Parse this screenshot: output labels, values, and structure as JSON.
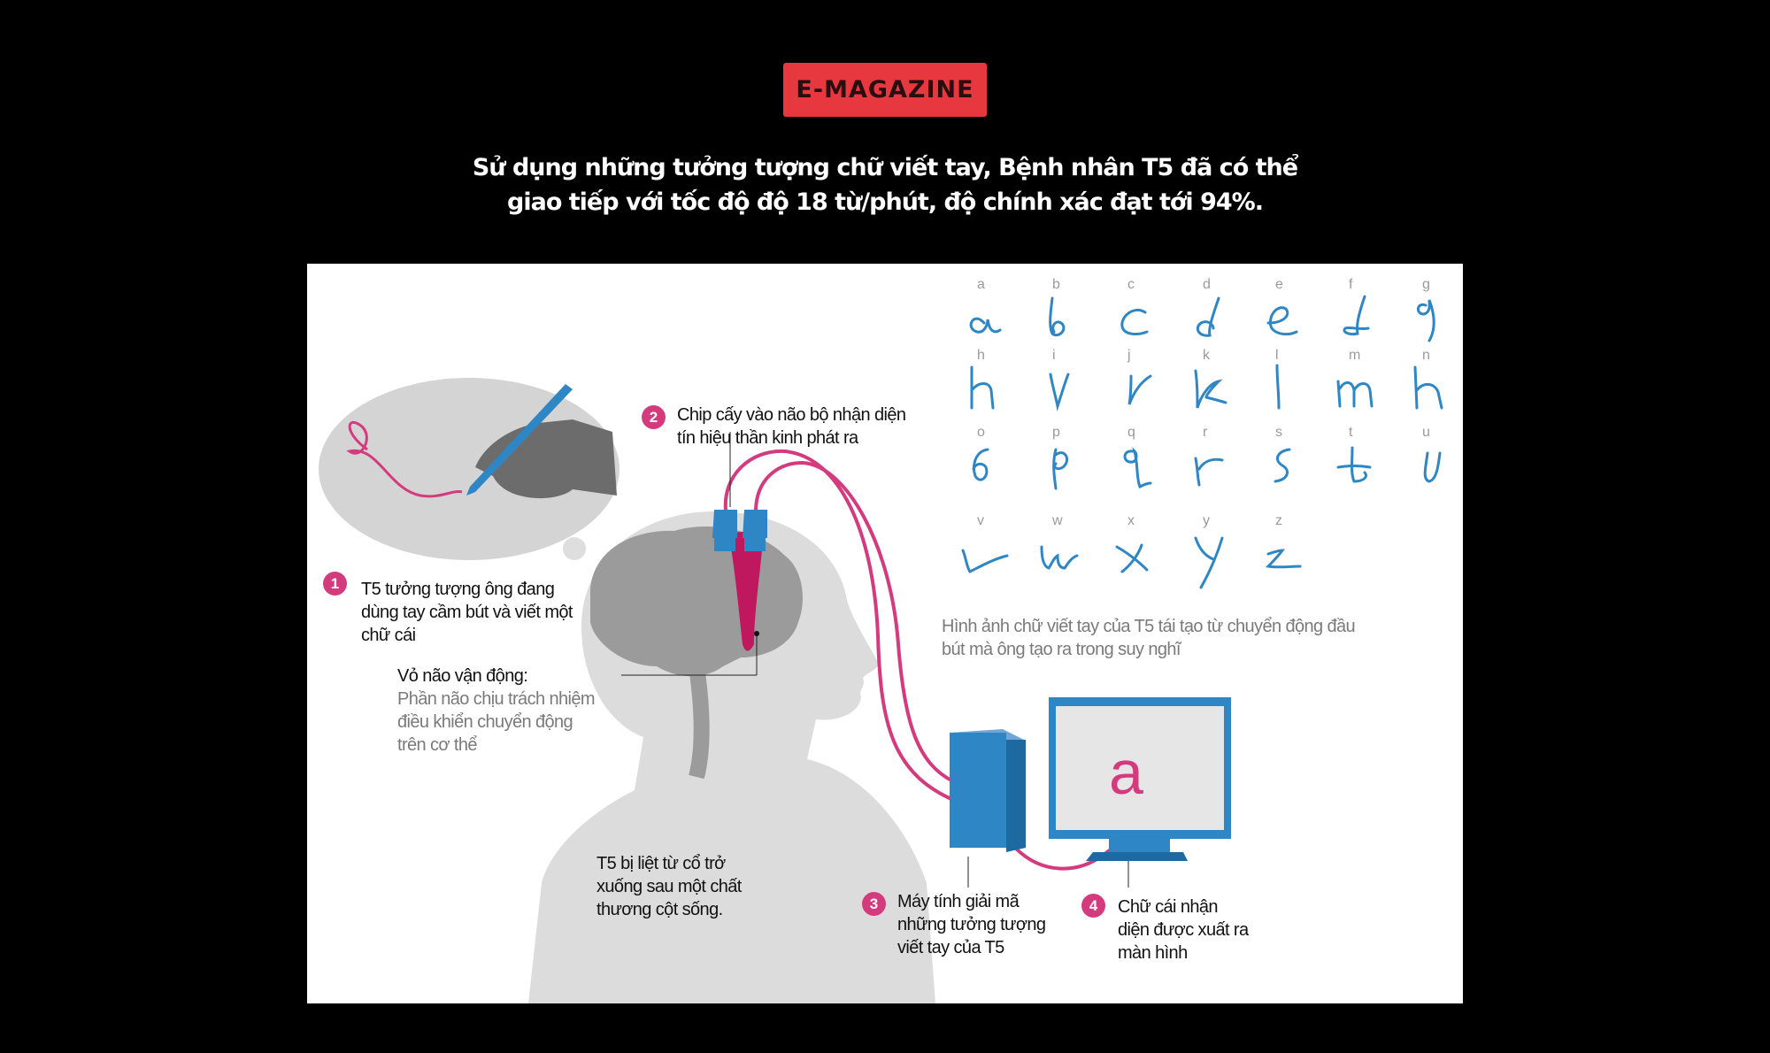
{
  "badge": {
    "label": "E-MAGAZINE"
  },
  "headline": {
    "line1": "Sử dụng những tưởng tượng chữ viết tay, Bệnh nhân T5 đã có thể",
    "line2": "giao tiếp với tốc độ độ 18 từ/phút, độ chính xác đạt tới 94%."
  },
  "steps": [
    {
      "number": "1",
      "lines": [
        "T5 tưởng tượng ông đang",
        "dùng tay cầm bút và viết một",
        "chữ cái"
      ]
    },
    {
      "number": "2",
      "lines": [
        "Chip cấy vào não bộ nhận diện",
        "tín hiệu thần kinh phát ra"
      ]
    },
    {
      "number": "3",
      "lines": [
        "Máy tính giải mã",
        "những tưởng tượng",
        "viết tay của T5"
      ]
    },
    {
      "number": "4",
      "lines": [
        "Chữ cái nhận",
        "diện được xuất ra",
        "màn hình"
      ]
    }
  ],
  "motor_cortex": {
    "title": "Vỏ não vận động:",
    "desc": [
      "Phần não chịu trách nhiệm",
      "điều khiển chuyển động",
      "trên cơ thể"
    ]
  },
  "patient_note": [
    "T5 bị liệt từ cổ trở",
    "xuống sau một chất",
    "thương cột sống."
  ],
  "handwriting_caption": [
    "Hình ảnh chữ viết tay của T5 tái tạo từ chuyển động đầu",
    "bút mà ông tạo ra trong suy nghĩ"
  ],
  "screen_letter": "a",
  "alphabet": [
    "a",
    "b",
    "c",
    "d",
    "e",
    "f",
    "g",
    "h",
    "i",
    "j",
    "k",
    "l",
    "m",
    "n",
    "o",
    "p",
    "q",
    "r",
    "s",
    "t",
    "u",
    "v",
    "w",
    "x",
    "y",
    "z"
  ],
  "colors": {
    "accent_red": "#e8383f",
    "magenta": "#d33b7e",
    "blue": "#2f86c4",
    "grey_fill": "#d9d9d9"
  }
}
